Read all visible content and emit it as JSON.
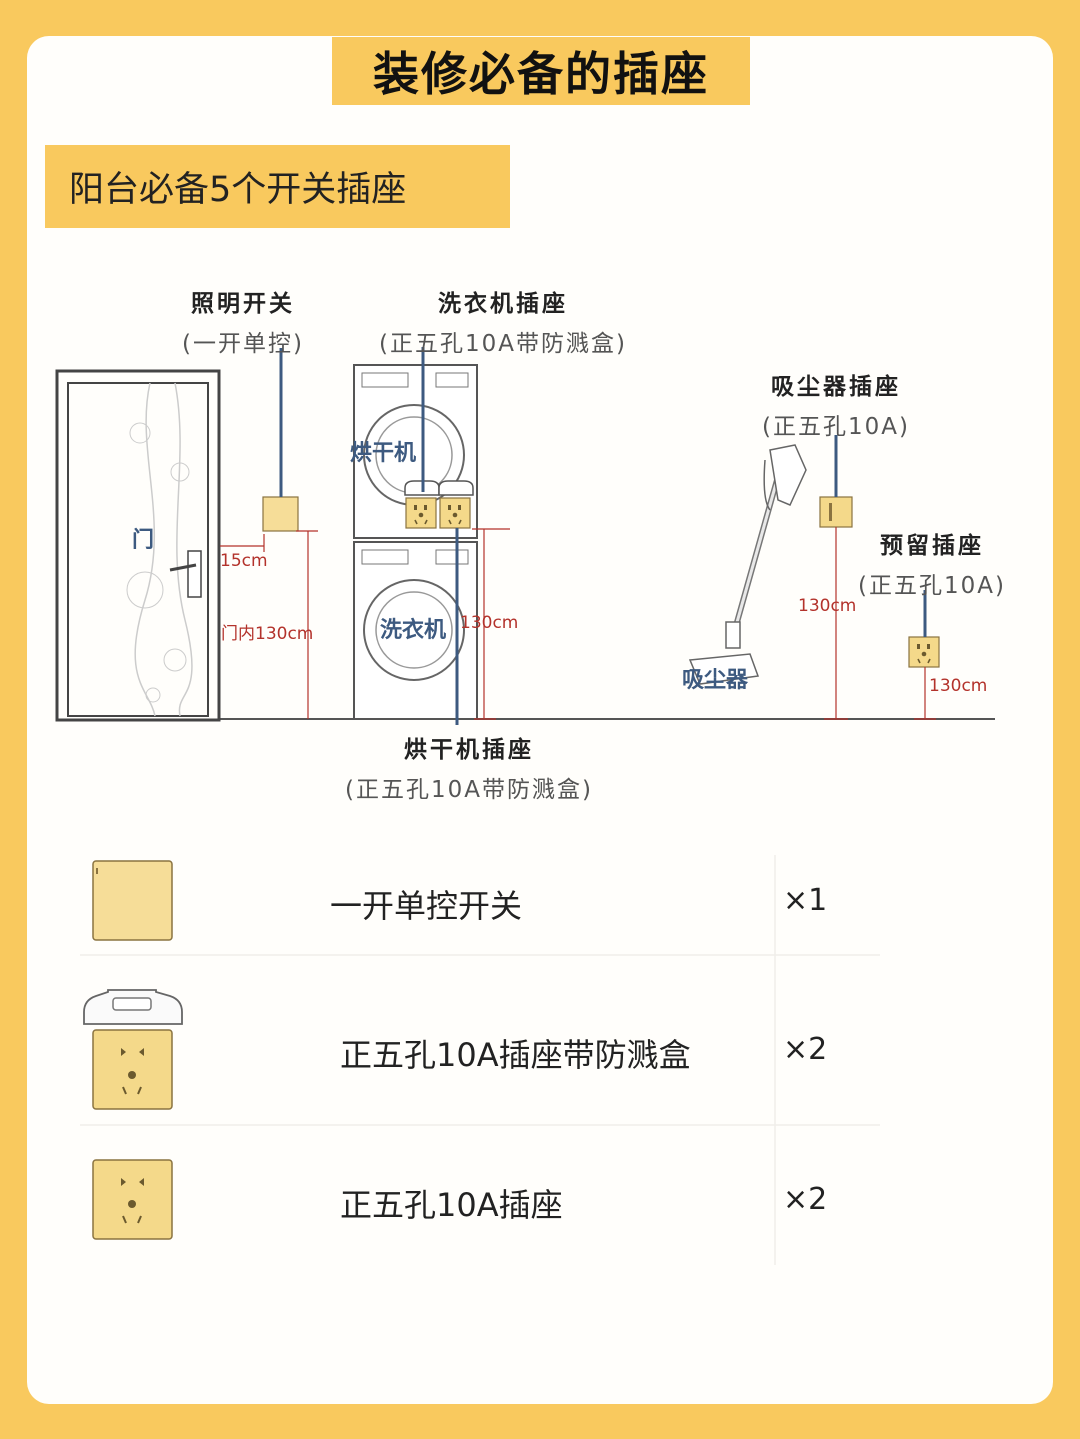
{
  "title": "装修必备的插座",
  "subtitle": "阳台必备5个开关插座",
  "labels": {
    "light_switch": {
      "name": "照明开关",
      "spec": "(一开单控)"
    },
    "washer_socket": {
      "name": "洗衣机插座",
      "spec": "(正五孔10A带防溅盒)"
    },
    "vacuum_socket": {
      "name": "吸尘器插座",
      "spec": "(正五孔10A)"
    },
    "reserved_socket": {
      "name": "预留插座",
      "spec": "(正五孔10A)"
    },
    "dryer_socket": {
      "name": "烘干机插座",
      "spec": "(正五孔10A带防溅盒)"
    }
  },
  "objects": {
    "door": "门",
    "dryer": "烘干机",
    "washer": "洗衣机",
    "vacuum": "吸尘器"
  },
  "dimensions": {
    "switch_offset": "15cm",
    "switch_height": "门内130cm",
    "washer_height": "130cm",
    "vacuum_height": "130cm",
    "reserved_height": "130cm"
  },
  "inventory": [
    {
      "name": "一开单控开关",
      "qty": "×1",
      "icon": "single-switch-icon"
    },
    {
      "name": "正五孔10A插座带防溅盒",
      "qty": "×2",
      "icon": "splash-box-socket-icon"
    },
    {
      "name": "正五孔10A插座",
      "qty": "×2",
      "icon": "five-hole-socket-icon"
    }
  ],
  "colors": {
    "background": "#f9c95e",
    "card": "#fffefb",
    "leader_line": "#3d5a80",
    "dimension": "#b3322b",
    "socket_fill": "#f4d98a"
  }
}
